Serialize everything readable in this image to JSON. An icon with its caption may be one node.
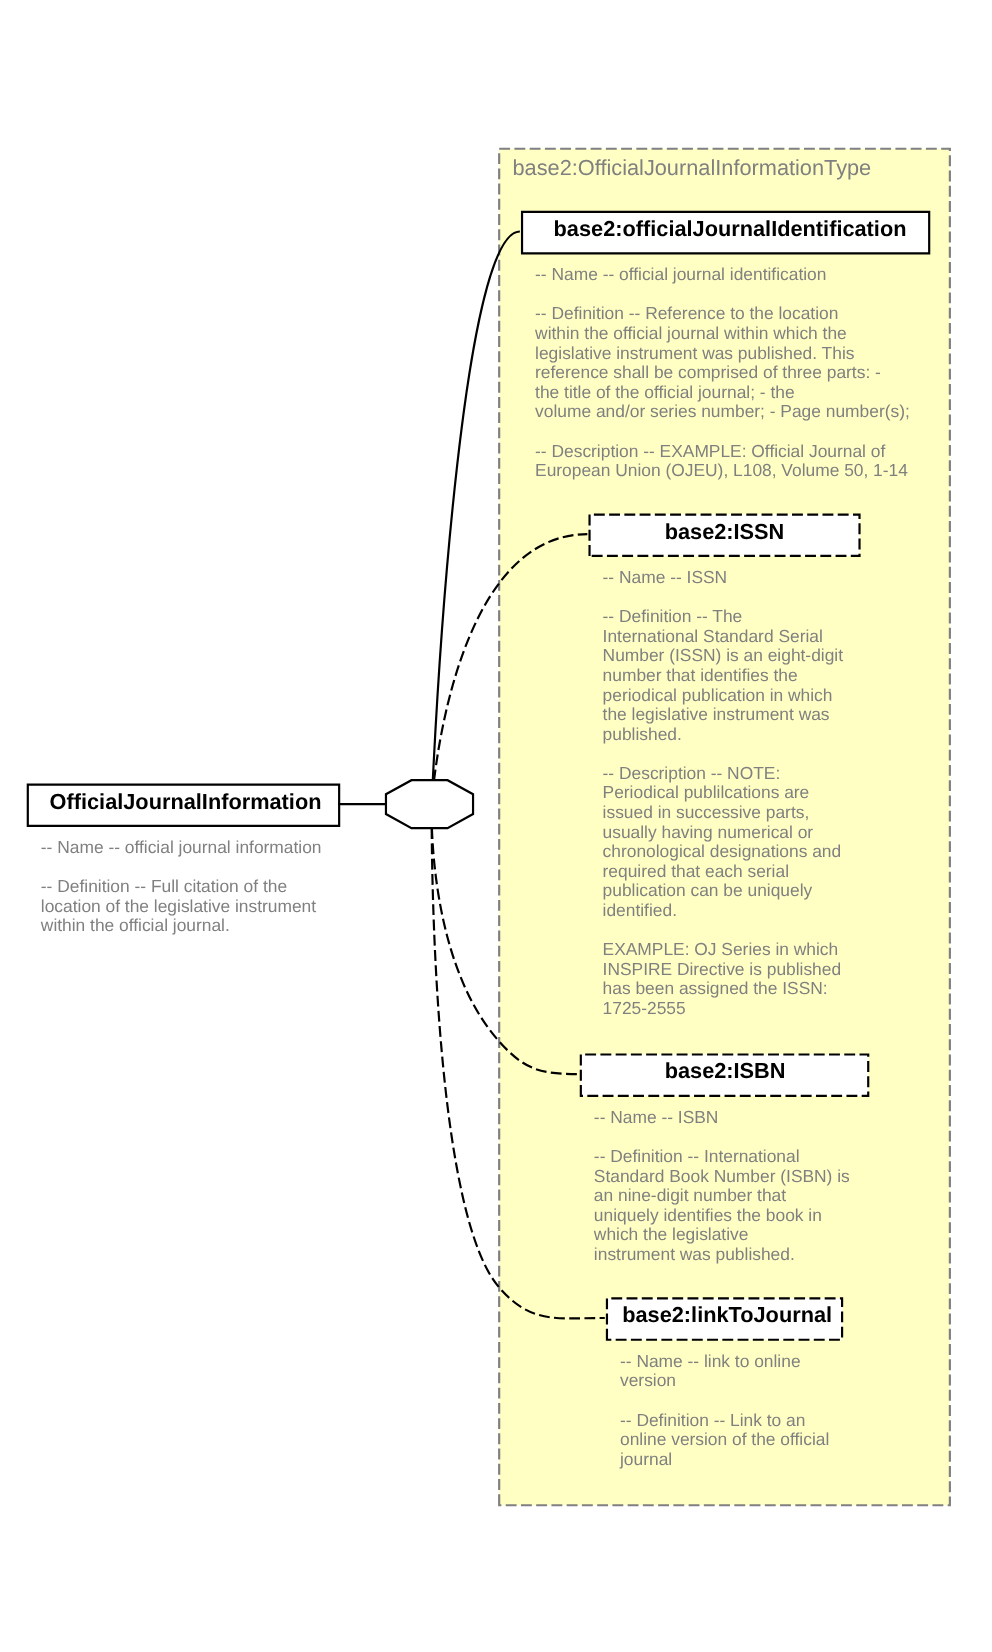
{
  "diagram": {
    "nodes": [
      {
        "text": [
          "OfficialJournalInformation"
        ],
        "beside": [
          "-- Name -- official journal information",
          "-- Definition -- Full citation of the location of the legislative instrument within the official journal."
        ]
      },
      {
        "text": [
          "base2:OfficialJournalInformationType"
        ]
      },
      {
        "text": [],
        "shape": "octagon"
      },
      {
        "text": [
          "base2:officialJournalIdentification"
        ],
        "in": 1,
        "beside": [
          "-- Name -- official journal identification",
          "-- Definition -- Reference to the location within the official journal within which the legislative instrument was published. This reference shall be comprised of three parts: - the title of the official journal; - the volume and/or series number; - Page number(s);",
          "-- Description -- EXAMPLE: Official Journal of European Union (OJEU), L108, Volume 50, 1-14"
        ]
      },
      {
        "text": [
          "base2:ISSN"
        ],
        "in": 1,
        "beside": [
          "-- Name -- ISSN",
          "-- Definition -- The International Standard Serial Number (ISSN) is an eight-digit number that identifies the periodical publication in which the legislative instrument was published.",
          "-- Description -- NOTE: Periodical publilcations are issued in successive parts, usually having numerical or chronological designations and required that each serial publication can be uniquely identified.",
          "EXAMPLE: OJ Series in which INSPIRE Directive is published has been assigned the ISSN: 1725-2555"
        ]
      },
      {
        "text": [
          "base2:ISBN"
        ],
        "in": 1,
        "beside": [
          "-- Name -- ISBN",
          "-- Definition -- International Standard Book Number (ISBN) is an nine-digit number that uniquely identifies the book in which the legislative instrument was published."
        ]
      },
      {
        "text": [
          "base2:linkToJournal"
        ],
        "in": 1,
        "beside": [
          "-- Name -- link to online version",
          "-- Definition -- Link to an online version of the official journal"
        ]
      }
    ],
    "edges": [
      {
        "from": 0,
        "to": 2,
        "arrow": "none"
      },
      {
        "from": 2,
        "to": 3,
        "arrow": "none"
      },
      {
        "from": 2,
        "to": 4,
        "arrow": "none",
        "style": "dashed"
      },
      {
        "from": 2,
        "to": 5,
        "arrow": "none",
        "style": "dashed"
      },
      {
        "from": 2,
        "to": 6,
        "arrow": "none",
        "style": "dashed"
      }
    ]
  }
}
